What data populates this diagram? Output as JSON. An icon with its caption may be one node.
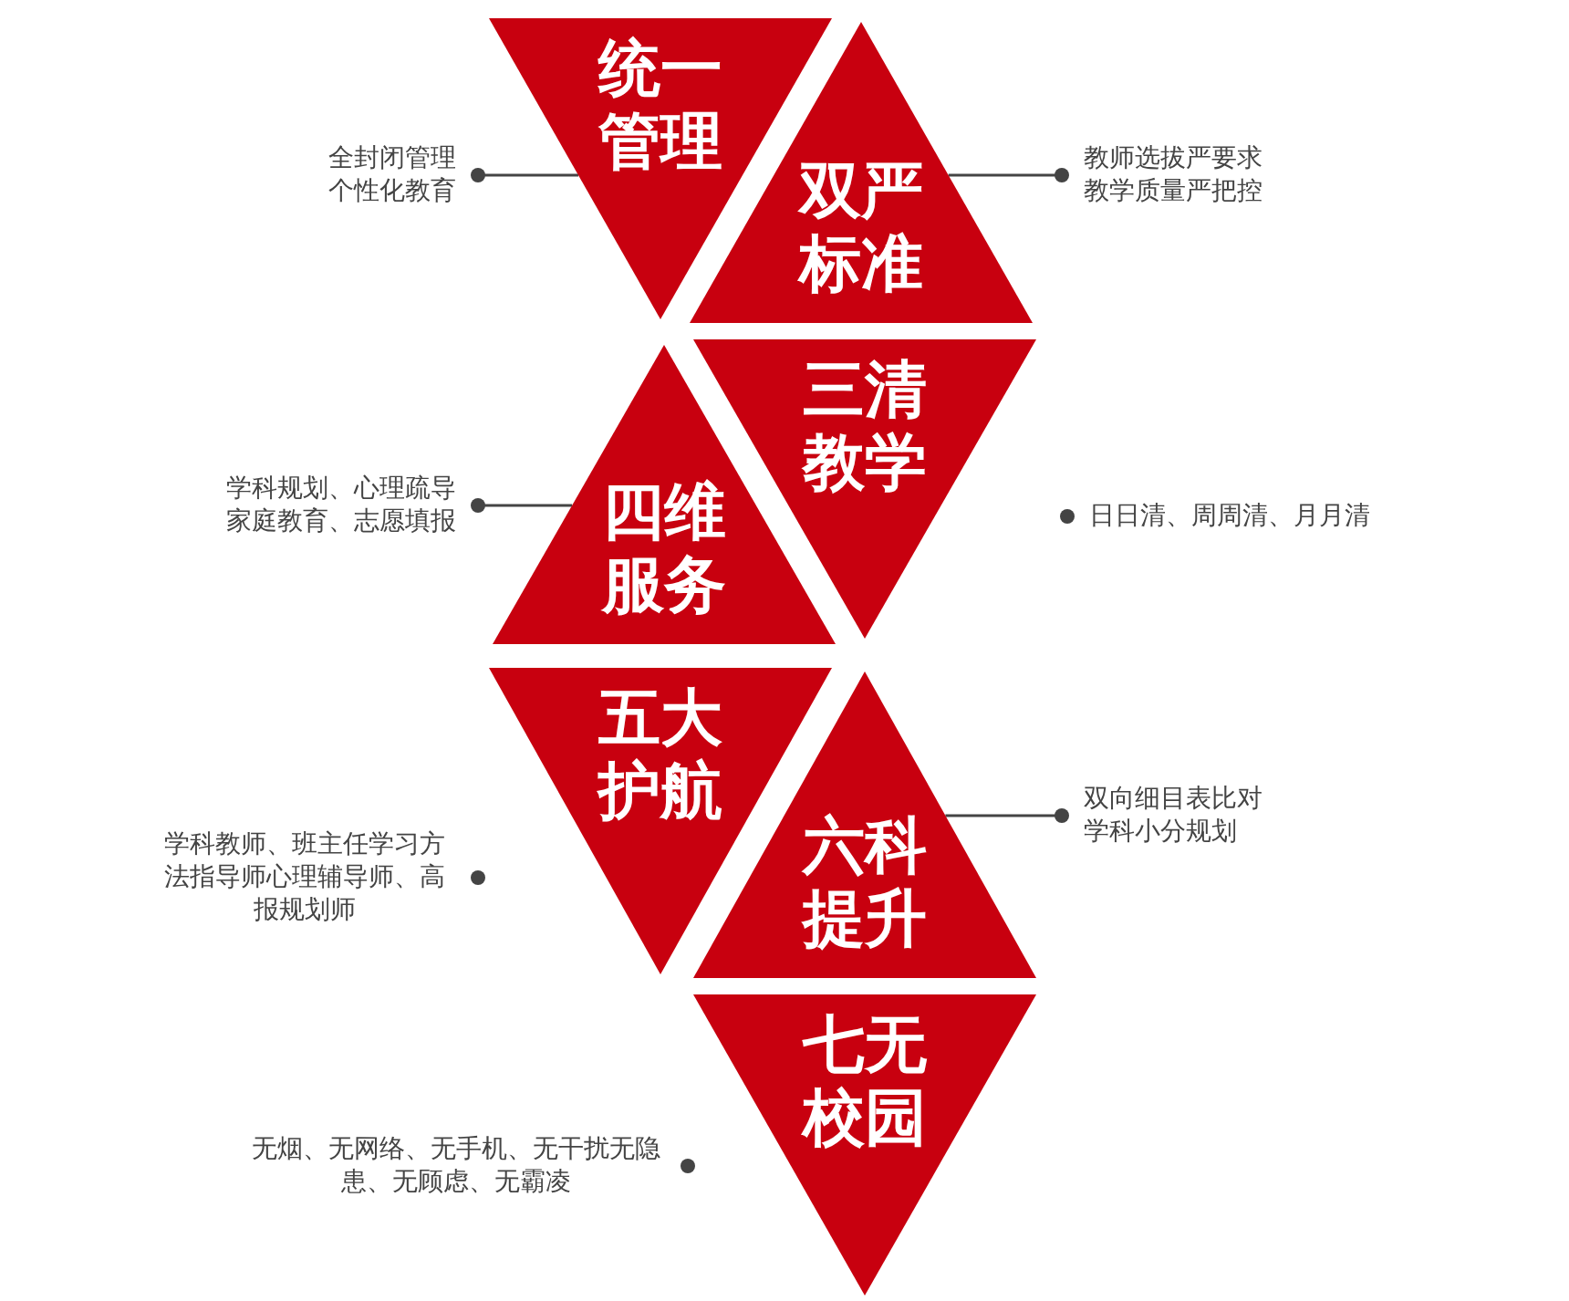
{
  "diagram": {
    "nodes": [
      {
        "text": [
          "统一管理"
        ]
      },
      {
        "text": [
          "全封闭管理个性化教育"
        ]
      },
      {
        "text": [
          "双严标准"
        ]
      },
      {
        "text": [
          "教师选拔严要求教学质量严把控"
        ]
      },
      {
        "text": [
          "三清教学"
        ],
        "beside": [
          "日日清、周周清、月月清"
        ]
      },
      {
        "text": [
          "四维服务"
        ]
      },
      {
        "text": [
          "学科规划、心理疏导家庭教育、志愿填报"
        ]
      },
      {
        "text": [
          "五大护航"
        ],
        "beside": [
          "学科教师、班主任学习方法指导师心理辅导师、高报规划师"
        ]
      },
      {
        "text": [
          "六科提升"
        ]
      },
      {
        "text": [
          "双向细目表比对学科小分规划"
        ]
      },
      {
        "text": [
          "七无校园"
        ],
        "beside": [
          "无烟、无网络、无手机、无干扰无隐患、无顾虑、无霸凌"
        ]
      }
    ],
    "edges": [
      {
        "from": 1,
        "to": 0,
        "arrow": "other"
      },
      {
        "from": 3,
        "to": 2,
        "arrow": "other"
      },
      {
        "from": 6,
        "to": 5,
        "arrow": "other"
      },
      {
        "from": 9,
        "to": 8,
        "arrow": "other"
      }
    ]
  }
}
